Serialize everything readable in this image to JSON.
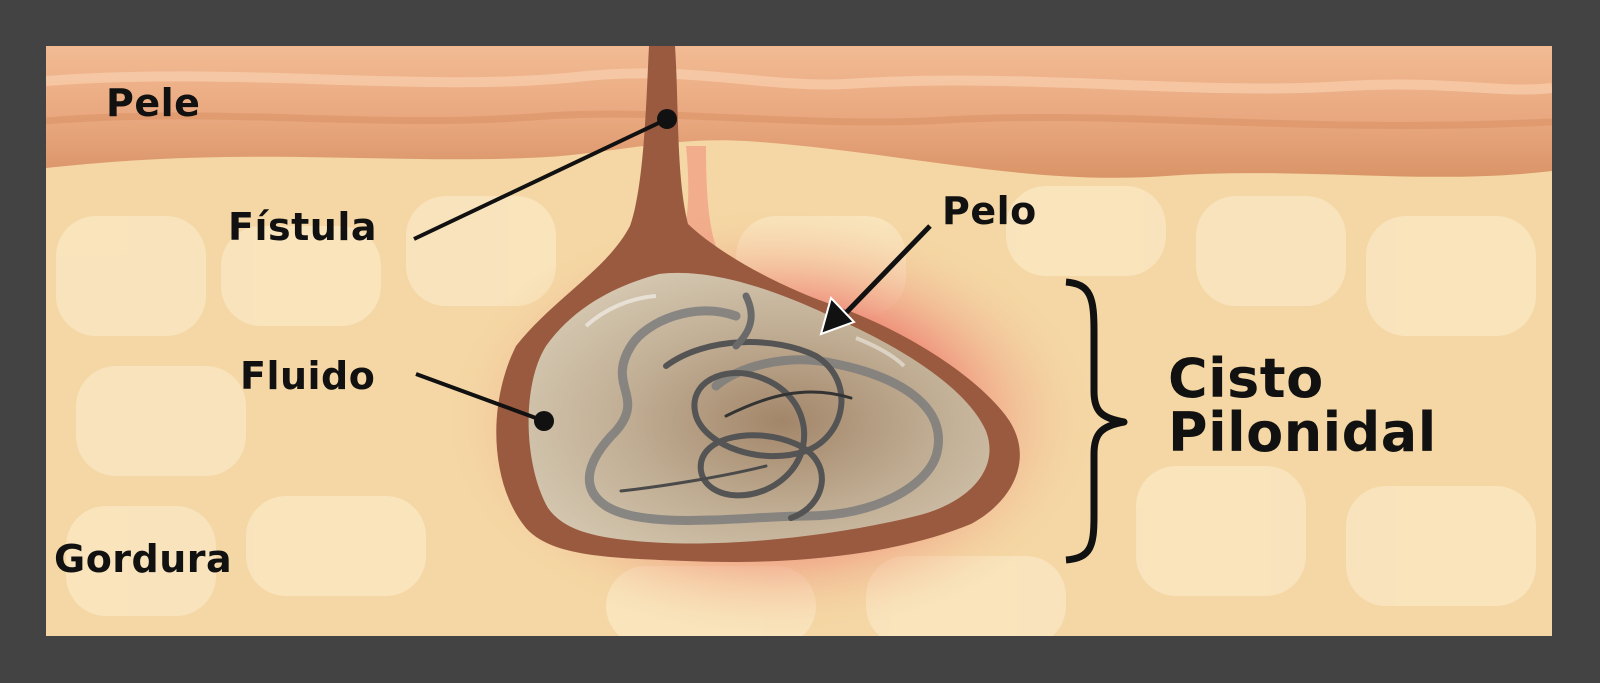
{
  "labels": {
    "skin": "Pele",
    "fistula": "Fístula",
    "hair": "Pelo",
    "fluid": "Fluido",
    "fat": "Gordura"
  },
  "title": {
    "line1": "Cisto",
    "line2": "Pilonidal"
  },
  "colors": {
    "frame": "#434343",
    "fat": "#f4d7a4",
    "skin": "#e6a97f",
    "cyst_wall": "#9a5a3f",
    "cyst_fluid": "#c8b9a0",
    "inflammation": "#ee8a78",
    "hair": "#555555",
    "text": "#111111"
  }
}
